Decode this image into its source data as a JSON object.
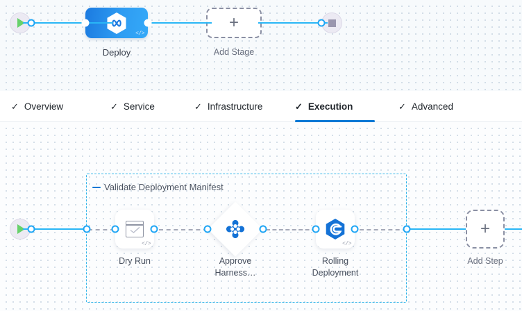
{
  "stage_canvas": {
    "start_node": {
      "icon": "play-icon",
      "title": "Start"
    },
    "stage": {
      "label": "Deploy",
      "icon": "harness-deploy-icon",
      "code_badge": "</>"
    },
    "add_stage": {
      "label": "Add Stage",
      "icon": "plus-icon"
    },
    "end_node": {
      "icon": "stop-icon",
      "title": "End"
    }
  },
  "tabs": [
    {
      "label": "Overview",
      "check": "✓",
      "active": false
    },
    {
      "label": "Service",
      "check": "✓",
      "active": false
    },
    {
      "label": "Infrastructure",
      "check": "✓",
      "active": false
    },
    {
      "label": "Execution",
      "check": "✓",
      "active": true
    },
    {
      "label": "Advanced",
      "check": "✓",
      "active": false
    }
  ],
  "step_canvas": {
    "start_node": {
      "icon": "play-icon"
    },
    "group": {
      "title": "Validate Deployment Manifest",
      "collapse_icon": "minus-icon"
    },
    "steps": [
      {
        "label": "Dry Run",
        "icon": "dry-run-icon",
        "code_badge": "</>",
        "shape": "rounded"
      },
      {
        "label": "Approve\nHarness…",
        "icon": "approval-icon",
        "code_badge": "",
        "shape": "diamond"
      },
      {
        "label": "Rolling\nDeployment",
        "icon": "rolling-deployment-icon",
        "code_badge": "</>",
        "shape": "rounded"
      }
    ],
    "add_step": {
      "label": "Add Step",
      "icon": "plus-icon"
    }
  },
  "colors": {
    "accent_blue": "#0278d5",
    "link_blue": "#29b6f6",
    "stage_blue": "#2e9cf2",
    "play_green": "#67d16b",
    "dash_grey": "#a5a9b8"
  }
}
